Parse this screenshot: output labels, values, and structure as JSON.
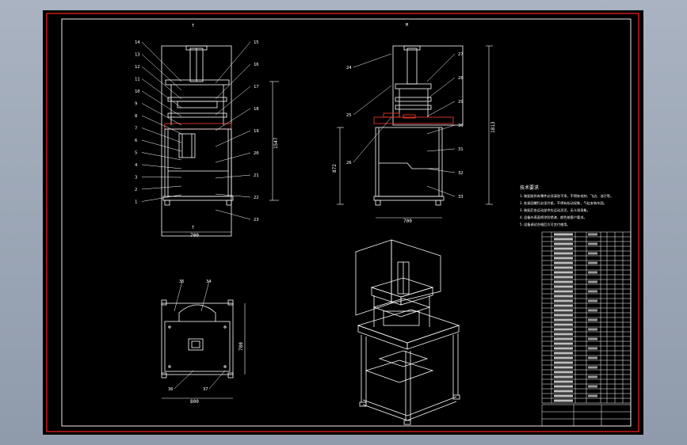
{
  "drawing": {
    "background": "#000000",
    "frame_color": "#ff2020",
    "line_color": "#ffffff",
    "section_color": "#ff3b30",
    "front_view": {
      "top_mark": "T",
      "width_dim": "700",
      "height_dim": "1547",
      "bottom_mark": "T",
      "callouts_left": [
        "14",
        "13",
        "12",
        "11",
        "10",
        "9",
        "8",
        "7",
        "6",
        "5",
        "4",
        "3",
        "2",
        "1"
      ],
      "callouts_right": [
        "15",
        "16",
        "17",
        "18",
        "19",
        "20",
        "21",
        "22",
        "23"
      ]
    },
    "side_view": {
      "top_mark": "M",
      "callouts_left": [
        "24",
        "25",
        "26"
      ],
      "callouts_right": [
        "27",
        "28",
        "29",
        "30",
        "31",
        "32",
        "33"
      ],
      "width_dim": "700",
      "height_dim": "1813",
      "table_height_dim": "872"
    },
    "top_view": {
      "callouts_top": [
        "35",
        "34"
      ],
      "callouts_bottom": [
        "36",
        "37"
      ],
      "width_dim": "800",
      "depth_dim": "780"
    },
    "notes_title": "技术要求",
    "notes_lines": [
      "1.装配前所有零件必须清洗干净，不得有毛刺、飞边、油污等。",
      "2.各紧固螺钉必须拧紧，不得有松动现象，气缸安装牢固。",
      "3.装配后各运动部件应运动灵活，无卡滞现象。",
      "4.设备外表面喷涂防锈漆，颜色按客户要求。",
      "5.设备调试合格后方可交付使用。"
    ]
  }
}
